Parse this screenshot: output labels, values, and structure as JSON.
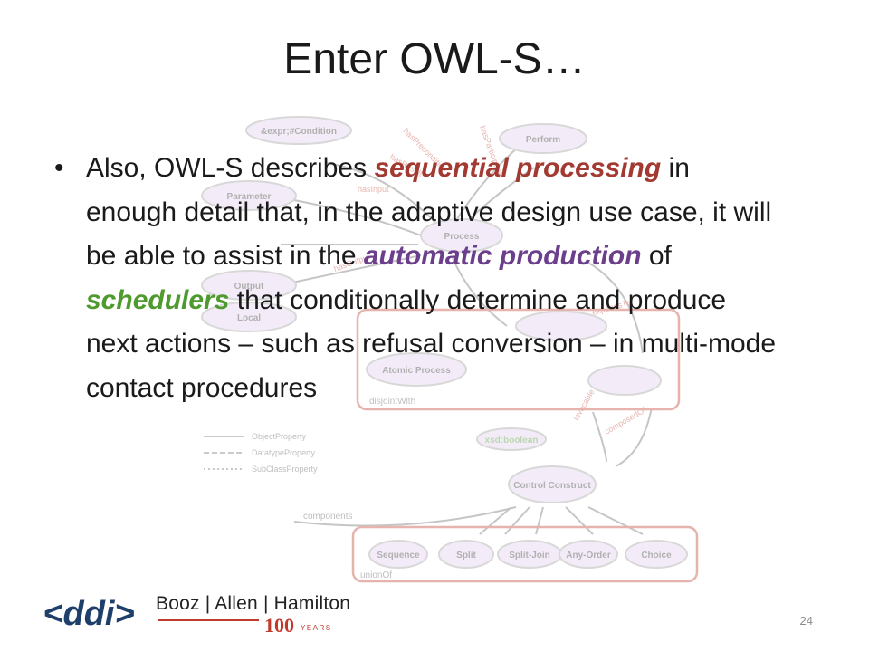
{
  "title": "Enter OWL-S…",
  "bullet": {
    "marker": "•",
    "seg1": "Also, OWL-S describes ",
    "em1": "sequential processing",
    "seg2": " in enough detail that, in the adaptive design use case, it will be able to assist in the ",
    "em2": "automatic production",
    "seg3": " of ",
    "em3": "schedulers",
    "seg4": " that conditionally determine and produce next actions – such as refusal conversion – in multi-mode contact procedures"
  },
  "colors": {
    "em_red": "#a33a32",
    "em_purple": "#6b3f8c",
    "em_green": "#4e9a2e",
    "node_fill": "#e2cfee",
    "node_stroke": "#9a9a9a",
    "box_stroke": "#c0392b"
  },
  "diagram": {
    "nodes": {
      "condition": "&expr;#Condition",
      "perform": "Perform",
      "parameter": "Parameter",
      "process": "Process",
      "output": "Output",
      "local": "Local",
      "atomic": "Atomic Process",
      "xsd": "xsd:boolean",
      "control": "Control Construct",
      "sequence": "Sequence",
      "split": "Split",
      "splitjoin": "Split-Join",
      "anyorder": "Any-Order",
      "choice": "Choice"
    },
    "labels": {
      "hasresult": "hasResult",
      "hasprecondition": "hasPrecondition",
      "hasparticipant": "hasParticipant",
      "hasoutput": "hasOutput",
      "hasinput": "hasInput",
      "expands": "expandsTo",
      "disjoint": "disjointWith",
      "invocable": "invocable",
      "composedof": "composedOf",
      "components": "components",
      "unionof": "unionOf",
      "objectprop": "ObjectProperty",
      "datatypeprop": "DatatypeProperty",
      "subclassprop": "SubClassProperty"
    }
  },
  "footer": {
    "logo_text": "<ddi>",
    "company": "Booz | Allen | Hamilton",
    "hundred": "100",
    "years": "YEARS",
    "page_number": "24"
  }
}
